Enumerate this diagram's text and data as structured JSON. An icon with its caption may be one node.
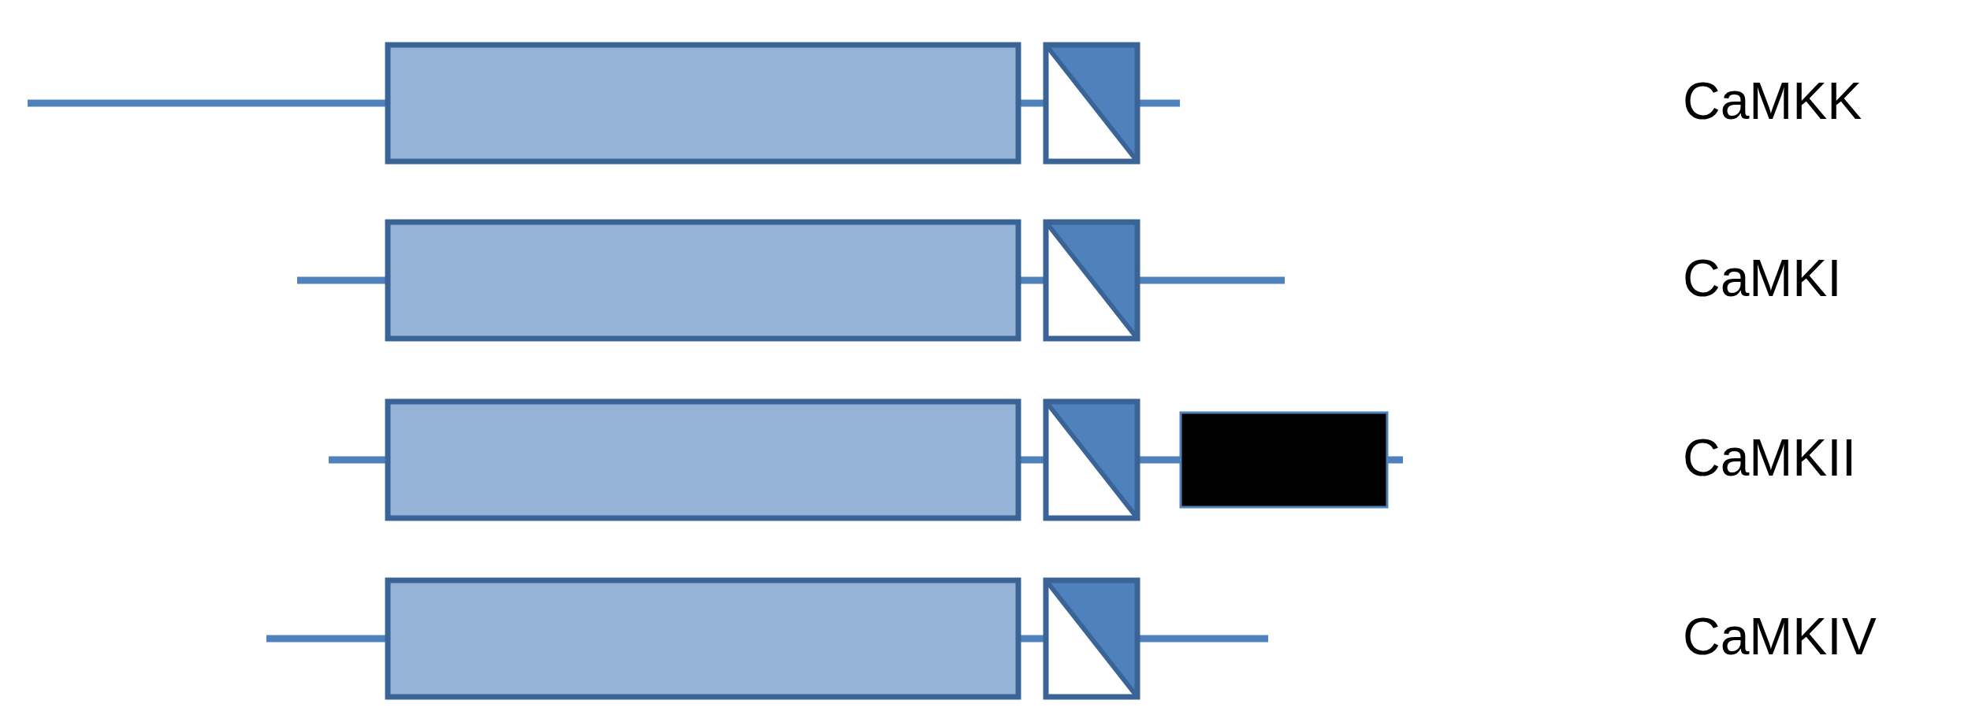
{
  "diagram": {
    "labels": [
      "CaMKK",
      "CaMKI",
      "CaMKII",
      "CaMKIV"
    ]
  }
}
